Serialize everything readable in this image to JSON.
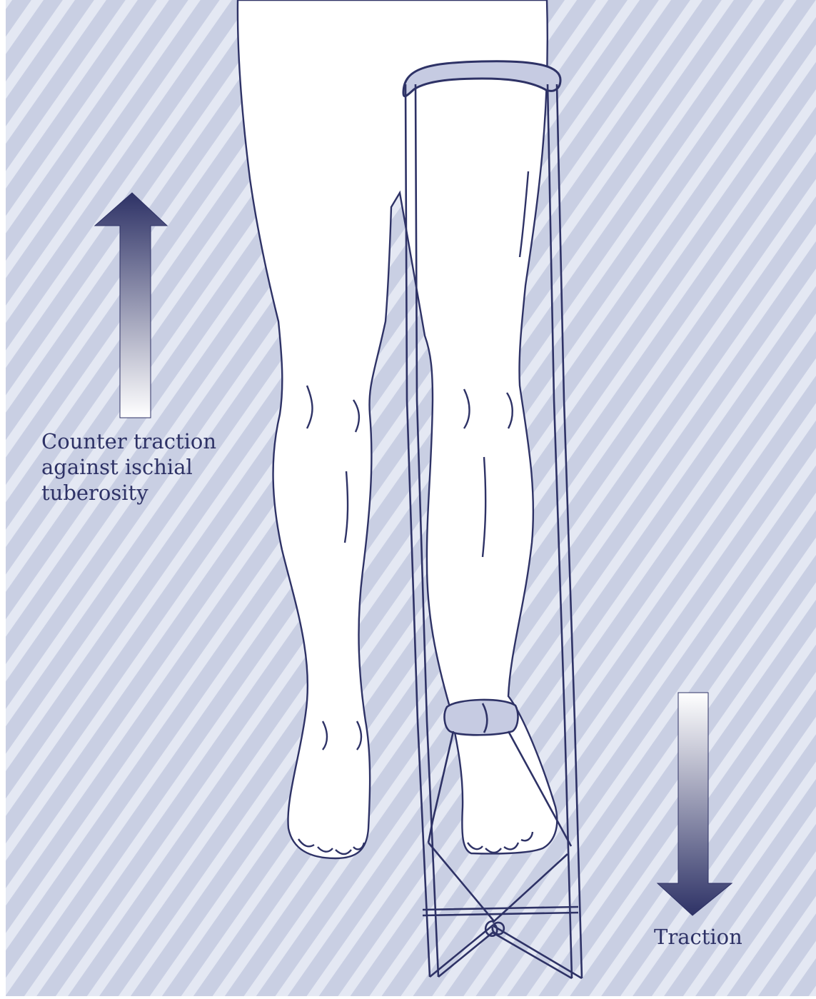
{
  "labels": {
    "counter_traction": [
      "Counter traction",
      "against ischial",
      "tuberosity"
    ],
    "traction": "Traction"
  },
  "colors": {
    "background": "#c9cfe3",
    "stripe": "#e4e8f3",
    "line": "#2e3266",
    "skin": "#ffffff",
    "arrow_dark": "#2e3266",
    "arrow_light": "#ffffff",
    "text": "#2e3266"
  },
  "arrows": {
    "counter_traction": {
      "direction": "up"
    },
    "traction": {
      "direction": "down"
    }
  }
}
